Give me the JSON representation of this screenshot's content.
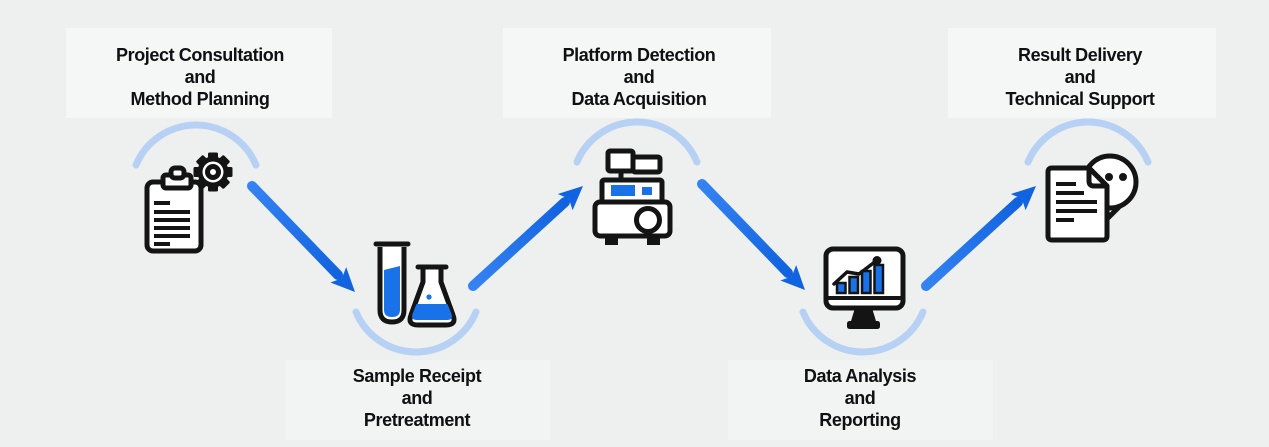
{
  "diagram": {
    "kind": "workflow",
    "step_count": 5
  },
  "steps": [
    {
      "position": "top",
      "icon": "clipboard-gear-icon",
      "label_lines": [
        "Project Consultation",
        "and",
        "Method Planning"
      ]
    },
    {
      "position": "bottom",
      "icon": "test-tube-flask-icon",
      "label_lines": [
        "Sample Receipt",
        "and",
        "Pretreatment"
      ]
    },
    {
      "position": "top",
      "icon": "detection-instrument-icon",
      "label_lines": [
        "Platform Detection",
        "and",
        "Data Acquisition"
      ]
    },
    {
      "position": "bottom",
      "icon": "monitor-chart-icon",
      "label_lines": [
        "Data Analysis",
        "and",
        "Reporting"
      ]
    },
    {
      "position": "top",
      "icon": "document-chat-icon",
      "label_lines": [
        "Result Delivery",
        "and",
        "Technical Support"
      ]
    }
  ],
  "connectors": [
    {
      "from_step": 1,
      "to_step": 2,
      "direction": "down-right"
    },
    {
      "from_step": 2,
      "to_step": 3,
      "direction": "up-right"
    },
    {
      "from_step": 3,
      "to_step": 4,
      "direction": "down-right"
    },
    {
      "from_step": 4,
      "to_step": 5,
      "direction": "up-right"
    }
  ],
  "colors": {
    "background": "#eef0ef",
    "text": "#0f1011",
    "icon_outline": "#141414",
    "accent_blue": "#1a72e8",
    "arrow_blue_start": "#3583f2",
    "arrow_blue_end": "#1162e0",
    "arc_light_blue": "#b7d1f5"
  }
}
